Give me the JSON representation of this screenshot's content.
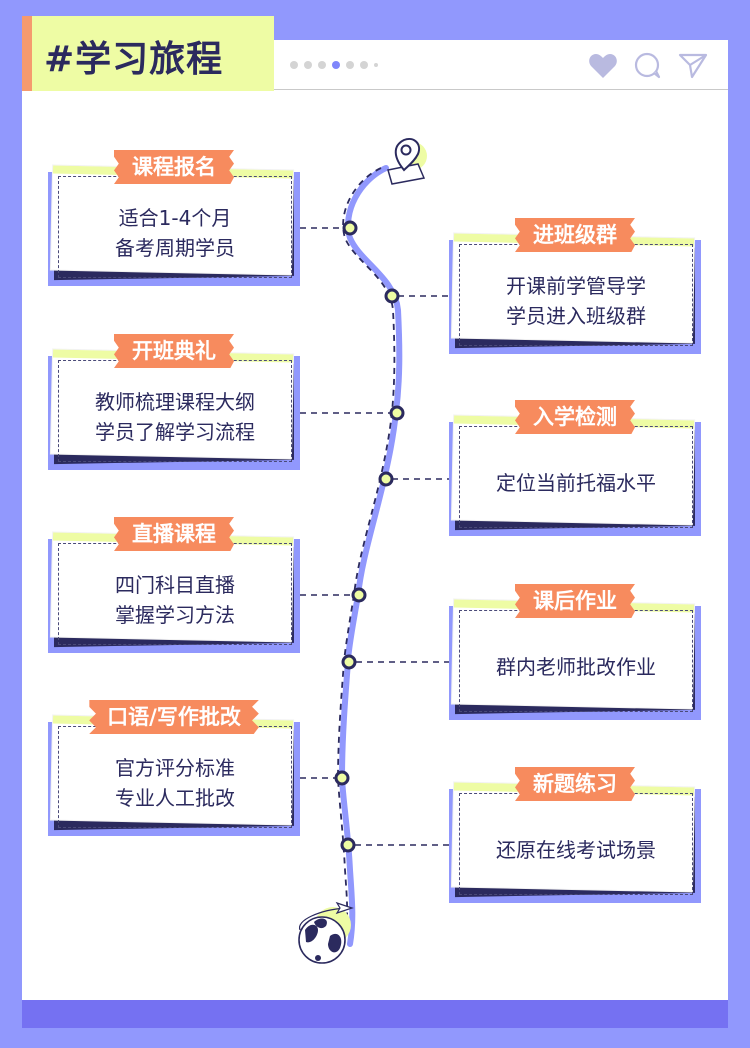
{
  "header": {
    "title": "#学习旅程",
    "carousel": {
      "count": 7,
      "active_index": 3
    },
    "icons": [
      "heart-icon",
      "comment-icon",
      "send-icon"
    ]
  },
  "colors": {
    "background": "#9198fd",
    "title_bg": "#eefca4",
    "accent": "#f78b5e",
    "dark": "#2b2a5e",
    "footer": "#7571f2",
    "route": "#9198fd"
  },
  "steps": [
    {
      "side": "left",
      "title": "课程报名",
      "lines": [
        "适合1-4个月",
        "备考周期学员"
      ]
    },
    {
      "side": "right",
      "title": "进班级群",
      "lines": [
        "开课前学管导学",
        "学员进入班级群"
      ]
    },
    {
      "side": "left",
      "title": "开班典礼",
      "lines": [
        "教师梳理课程大纲",
        "学员了解学习流程"
      ]
    },
    {
      "side": "right",
      "title": "入学检测",
      "lines": [
        "定位当前托福水平"
      ]
    },
    {
      "side": "left",
      "title": "直播课程",
      "lines": [
        "四门科目直播",
        "掌握学习方法"
      ]
    },
    {
      "side": "right",
      "title": "课后作业",
      "lines": [
        "群内老师批改作业"
      ]
    },
    {
      "side": "left",
      "title": "口语/写作批改",
      "lines": [
        "官方评分标准",
        "专业人工批改"
      ]
    },
    {
      "side": "right",
      "title": "新题练习",
      "lines": [
        "还原在线考试场景"
      ]
    }
  ]
}
